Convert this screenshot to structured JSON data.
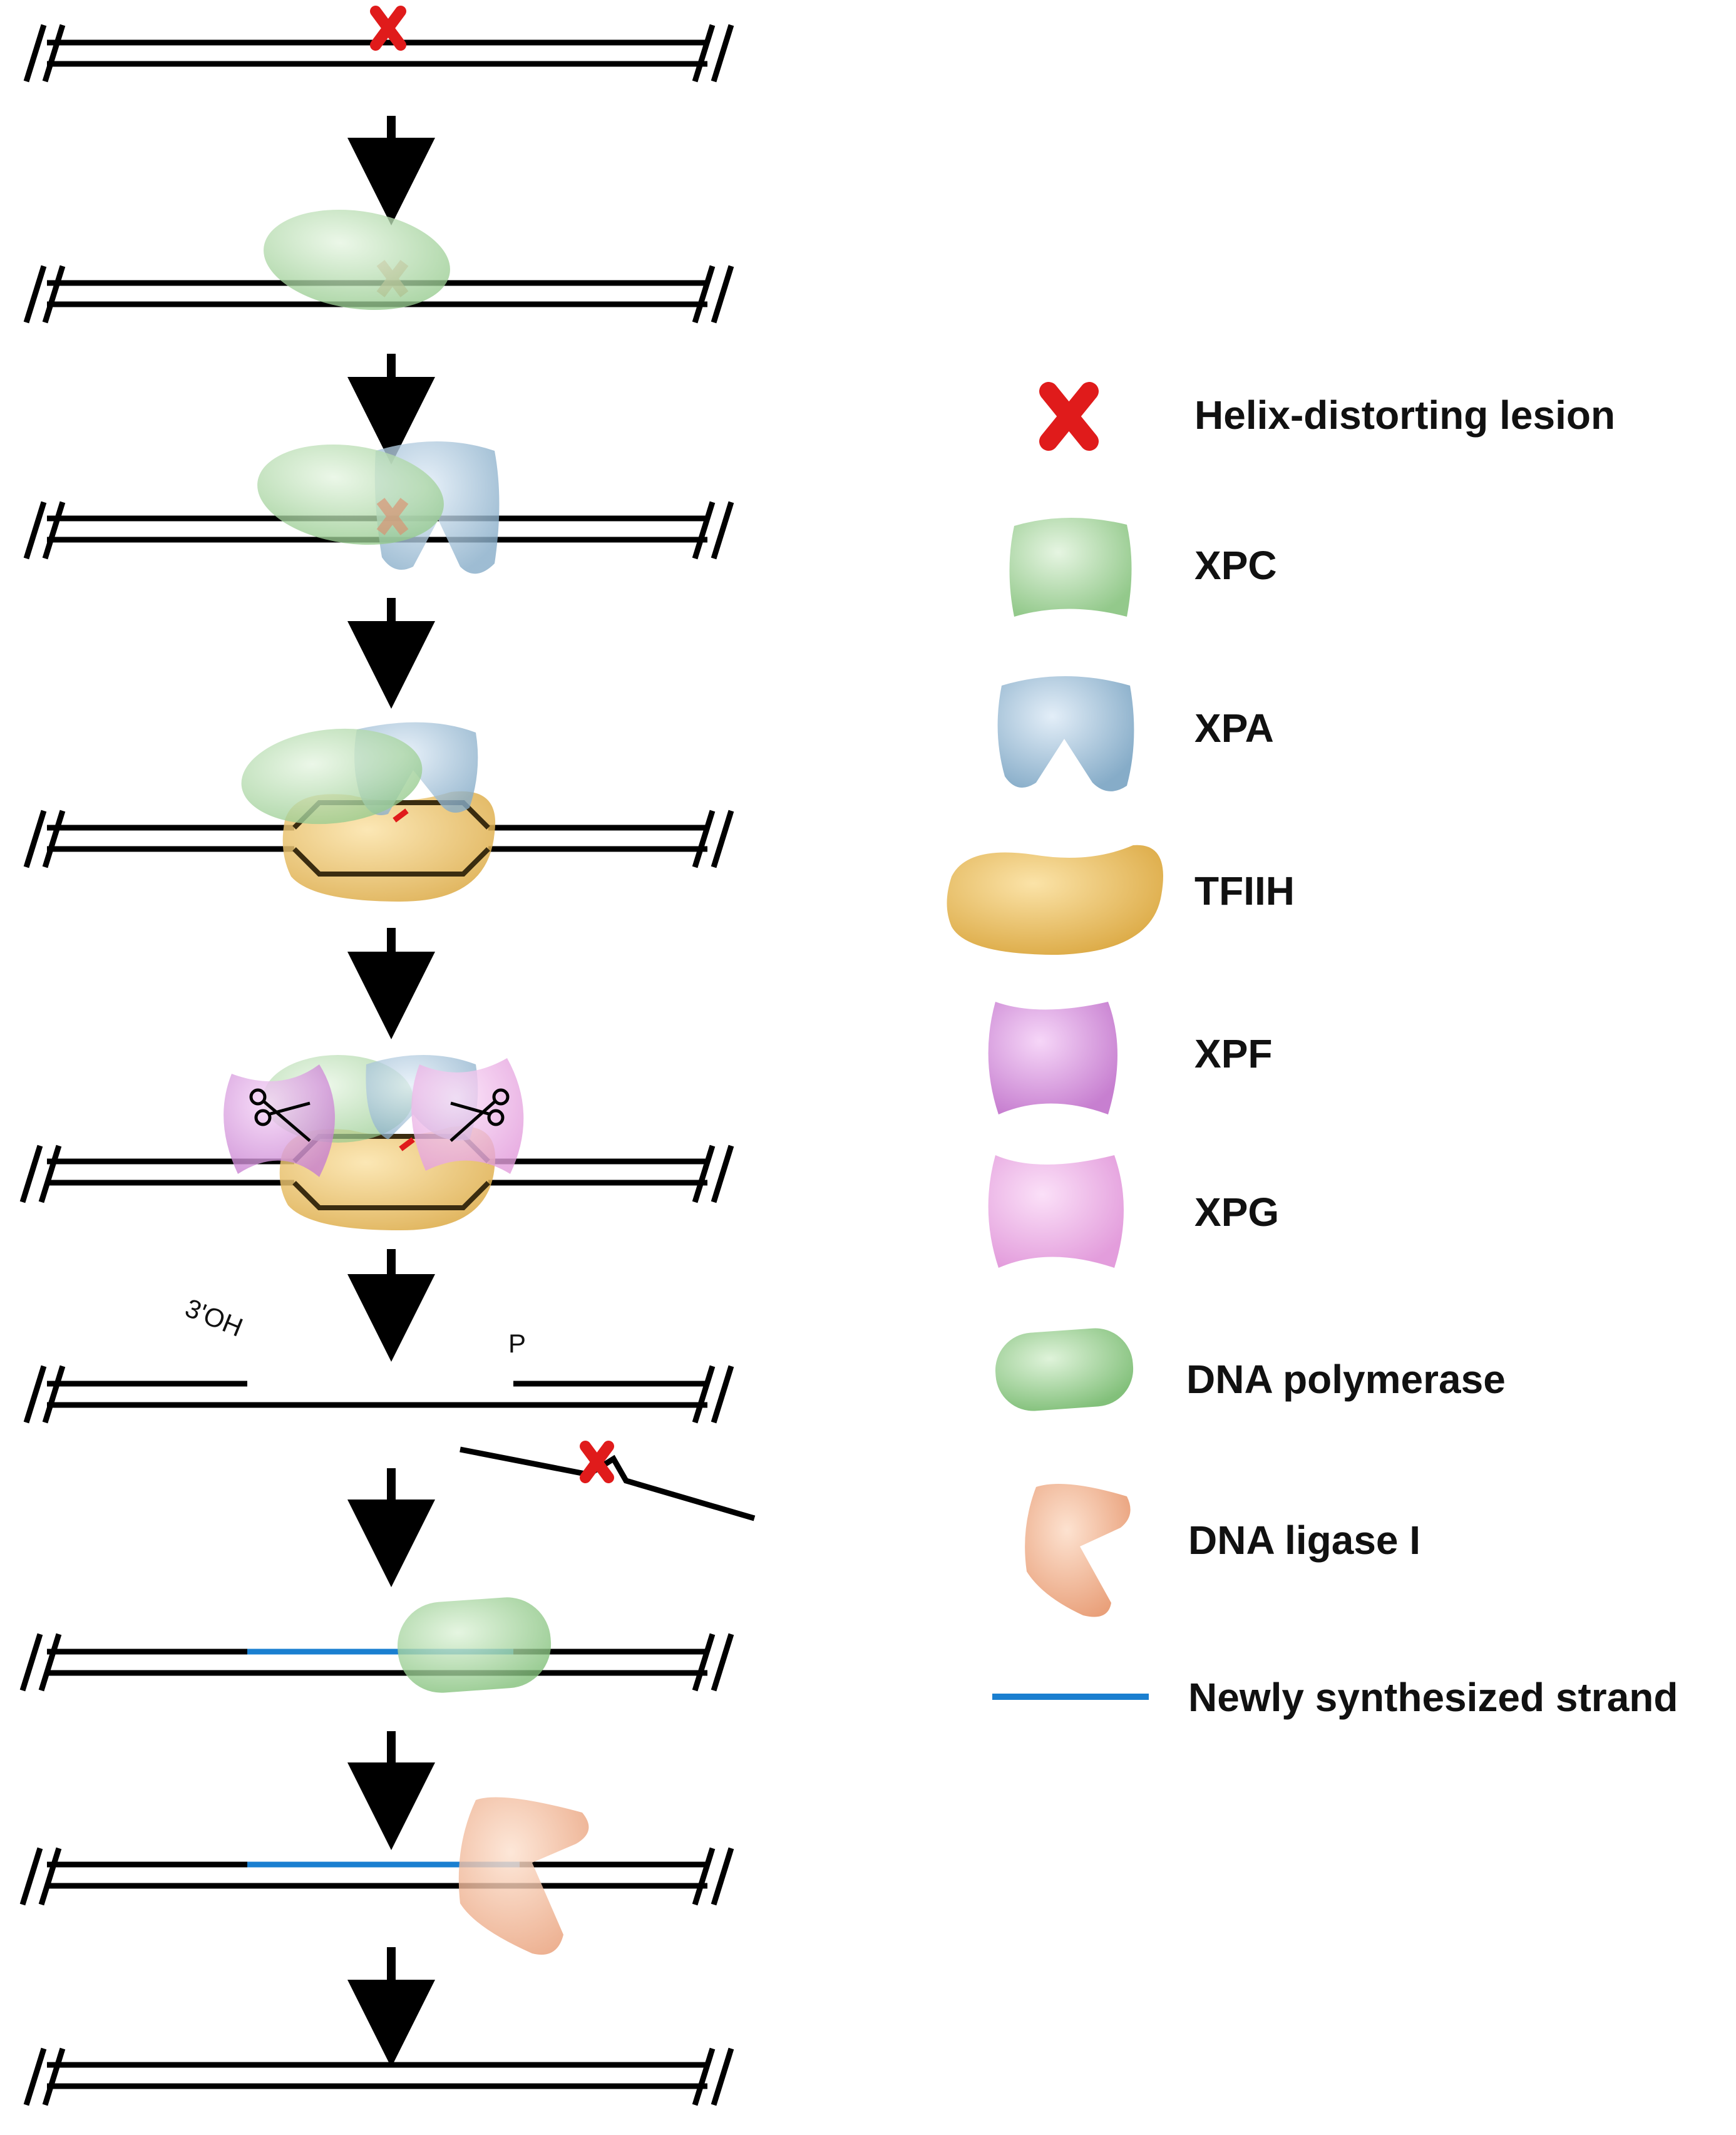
{
  "legend": {
    "lesion": "Helix-distorting lesion",
    "xpc": "XPC",
    "xpa": "XPA",
    "tfiih": "TFIIH",
    "xpf": "XPF",
    "xpg": "XPG",
    "polymerase": "DNA polymerase",
    "ligase": "DNA ligase I",
    "new_strand": "Newly synthesized strand"
  },
  "annotations": {
    "three_prime": "3'OH",
    "phosphate": "P"
  },
  "colors": {
    "lesion": "#e01b1b",
    "xpc": "#bfe3b9",
    "xpa": "#b9d7ec",
    "tfiih": "#f3cd78",
    "xpf": "#e8a9ee",
    "xpg": "#f3b8ef",
    "polymerase": "#a9dca3",
    "ligase": "#f8c1a0",
    "new_strand": "#1a7fd0"
  }
}
